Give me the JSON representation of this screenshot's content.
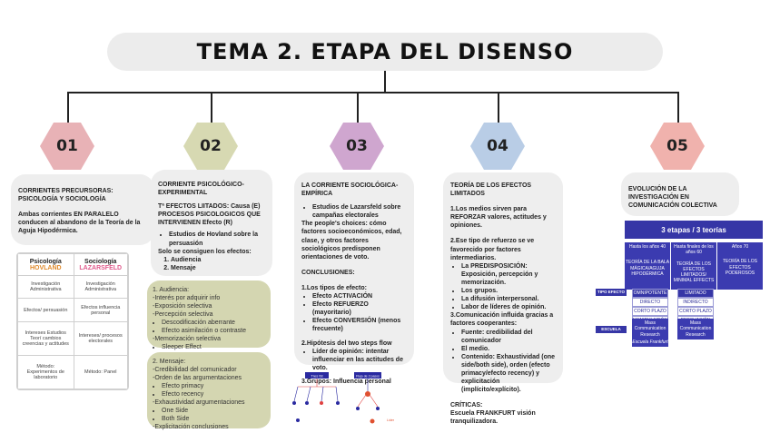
{
  "title": "TEMA  2. ETAPA DEL DISENSO",
  "hexes": [
    {
      "label": "01",
      "color": "#e8b2b6"
    },
    {
      "label": "02",
      "color": "#d7d9b2"
    },
    {
      "label": "03",
      "color": "#cfa6cf"
    },
    {
      "label": "04",
      "color": "#b9cde6"
    },
    {
      "label": "05",
      "color": "#f0b2ad"
    }
  ],
  "col1": {
    "title": "CORRIENTES PRECURSORAS: PSICOLOGÍA Y SOCIOLOGÍA",
    "body": "Ambas corrientes EN PARALELO conducen al abandono de la Teoría de la Aguja Hipodérmica.",
    "table": {
      "h1": "Psicología",
      "h1b": "HOVLAND",
      "h2": "Sociología",
      "h2b": "LAZARSFELD",
      "rows": [
        [
          "Investigación Administrativa",
          "Investigación Administrativa"
        ],
        [
          "Efectos/ persuasión",
          "Efectos influencia personal"
        ],
        [
          "Intereses Estudios Teorí cambios creencias y actitudes",
          "Intereses/ procesos electorales"
        ],
        [
          "Método: Experimentos de laboratorio",
          "Método: Panel"
        ]
      ]
    }
  },
  "col2": {
    "title": "CORRIENTE PSICOLÓGICO-EXPERIMENTAL",
    "line1": "Tª EFECTOS LIITADOS: Causa (E) PROCESOS PSICOLOGICOS QUE INTERVIENEN      Efecto (R)",
    "bullet1": "Estudios de Hovland sobre la persuasión",
    "line2": "Solo se consiguen los efectos:",
    "items": [
      "Audiencia",
      "Mensaje"
    ],
    "box1": {
      "head": "1. Audiencia:",
      "lines": [
        "-Interés por adquirir info",
        "-Exposición selectiva",
        "-Percepción selectiva"
      ],
      "sub": [
        "Descodificación aberrante",
        "Efecto asimilación o contraste"
      ],
      "line4": "-Memorización selectiva",
      "sub2": [
        "Sleeper Effect"
      ]
    },
    "box2": {
      "head": "2. Mensaje:",
      "lines": [
        "-Credibilidad del comunicador",
        "-Orden de las argumentaciones"
      ],
      "sub": [
        "Efecto primacy",
        "Efecto recency"
      ],
      "line3": "-Exhaustividad argumentaciones",
      "sub2": [
        "One Side",
        "Both Side"
      ],
      "line4": "-Explicitación conclusiones"
    }
  },
  "col3": {
    "title": "LA CORRIENTE SOCIOLÓGICA-EMPÍRICA",
    "bullet": "Estudios de Lazarsfeld sobre campañas electorales",
    "para": "The people's choices: cómo factores socioeconómicos, edad, clase, y otros factores sociológicos predisponen orientaciones de voto.",
    "concl": "CONCLUSIONES:",
    "p1": "1.Los tipos de efecto:",
    "effects": [
      "Efecto ACTIVACIÓN",
      "Efecto REFUERZO (mayoritario)",
      "Efecto CONVERSIÓN (menos frecuente)"
    ],
    "p2": "2.Hipótesis del two steps flow",
    "p2b": "Líder de opinión: intentar influenciar en las actitudes de voto.",
    "p3": "3.Grupos: Influencia personal",
    "diagram": {
      "a": "Tres fst",
      "b": "Flujo de 2 pasos",
      "c": "Líder"
    }
  },
  "col4": {
    "title": "TEORÍA DE LOS EFECTOS LIMITADOS",
    "p1": "1.Los medios sirven para REFORZAR valores, actitudes y opiniones.",
    "p2": "2.Ese tipo de refuerzo se ve favorecido por factores intermediarios.",
    "b2": [
      "La PREDISPOSICIÓN: Exposición, percepción y memorización.",
      "Los grupos.",
      "La difusión interpersonal.",
      "Labor de líderes de opinión."
    ],
    "p3": "3.Comunicación influida gracias a factores cooperantes:",
    "b3": [
      "Fuente: credibilidad del comunicador",
      "El medio.",
      "Contenido: Exhaustividad (one side/both side), orden (efecto primacy/efecto recency) y explicitación (implícito/explícito)."
    ],
    "crit": "CRÍTICAS:",
    "crit2": "Escuela FRANKFURT visión tranquilizadora."
  },
  "col5": {
    "title": "EVOLUCIÓN DE LA INVESTIGACIÓN EN COMUNICACIÓN COLECTIVA",
    "chart": {
      "head": "3 etapas / 3 teorías",
      "periods": [
        "Hasta los años 40",
        "Hasta finales de los años 60",
        "Años 70"
      ],
      "theories": [
        "TEORÍA DE LA BALA MÁGICA/AGUJA HIPODÉRMICA",
        "TEORÍA DE LOS EFECTOS LIMITADOS/ MINIMAL EFFECTS",
        "TEORÍA DE LOS EFECTOS PODEROSOS"
      ],
      "tipo": "TIPO EFECTO",
      "effects": [
        [
          "OMNIPOTENTE",
          "DIRECTO",
          "CORTO PLAZO",
          "MANIPULACIÓN"
        ],
        [
          "LIMITADO",
          "INDIRECTO",
          "CORTO PLAZO",
          "PERSUASIÓN"
        ]
      ],
      "escuela": "ESCUELA",
      "schools": [
        "Mass Communication Research",
        "Escuela Frankfurt",
        "Mass Communication Research"
      ]
    }
  }
}
